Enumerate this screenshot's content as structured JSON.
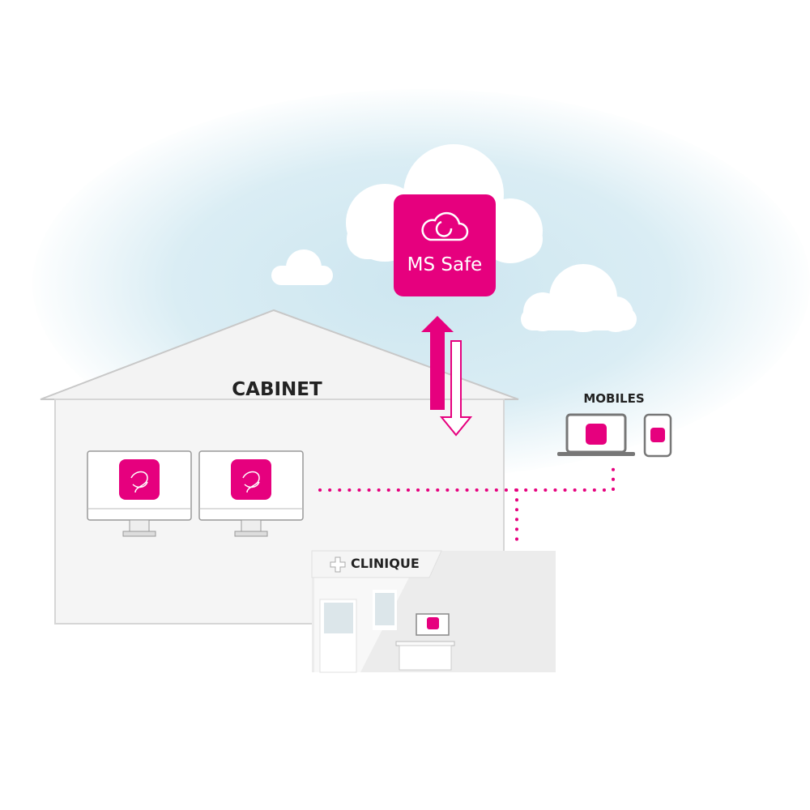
{
  "colors": {
    "accent": "#e6007e",
    "sky": "#cde6f0"
  },
  "cloud_service": {
    "label": "MS Safe",
    "icon": "cloud-icon"
  },
  "cabinet": {
    "label": "CABINET",
    "workstations": 2
  },
  "mobiles": {
    "label": "MOBILES",
    "devices": [
      "laptop",
      "smartphone"
    ]
  },
  "clinic": {
    "label": "CLINIQUE",
    "icon": "medical-cross-icon"
  }
}
